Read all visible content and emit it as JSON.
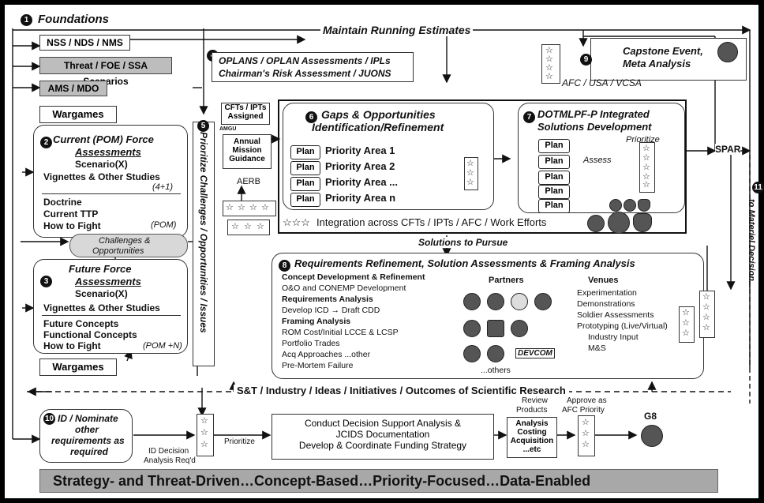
{
  "foundations": {
    "number": "1",
    "title": "Foundations"
  },
  "nss": "NSS / NDS / NMS",
  "threat": "Threat / FOE / SSA Scenarios",
  "ams": "AMS / MDO",
  "maintain": "Maintain Running Estimates",
  "oplans": {
    "number": "4",
    "line1": "OPLANS / OPLAN Assessments / IPLs",
    "line2": "Chairman's Risk Assessment / JUONS"
  },
  "capstone": {
    "number": "9",
    "line1": "Capstone Event,",
    "line2": "Meta Analysis"
  },
  "afc_usa": "AFC / USA / VCSA",
  "wargames_top": "Wargames",
  "wargames_bottom": "Wargames",
  "current": {
    "number": "2",
    "title1": "Current (POM) Force",
    "title2": "Assessments",
    "scenario": "Scenario(X)",
    "vignettes": "Vignettes & Other Studies",
    "note": "(4+1)",
    "doctrine": "Doctrine",
    "ttp": "Current TTP",
    "fight": "How to Fight",
    "pom": "(POM)"
  },
  "challenges": {
    "line1": "Challenges &",
    "line2": "Opportunities"
  },
  "future": {
    "number": "3",
    "title1": "Future Force",
    "title2": "Assessments",
    "scenario": "Scenario(X)",
    "vignettes": "Vignettes & Other Studies",
    "concepts": "Future Concepts",
    "functional": "Functional Concepts",
    "fight": "How to Fight",
    "pom": "(POM +N)"
  },
  "prioritize": {
    "number": "5",
    "text": "Prioritize Challenges / Opportunities / Issues"
  },
  "cfts": {
    "line1": "CFTs / IPTs",
    "line2": "Assigned"
  },
  "amgu": "AMGU",
  "annual": {
    "line1": "Annual",
    "line2": "Mission",
    "line3": "Guidance"
  },
  "aerb": "AERB",
  "gaps": {
    "number": "6",
    "line1": "Gaps & Opportunities",
    "line2": "Identification/Refinement",
    "plan_label": "Plan",
    "areas": [
      "Priority Area 1",
      "Priority Area 2",
      "Priority Area ...",
      "Priority Area n"
    ]
  },
  "dotmlpf": {
    "number": "7",
    "line1": "DOTMLPF-P Integrated",
    "line2": "Solutions Development",
    "prioritize": "Prioritize",
    "assess": "Assess",
    "plan_label": "Plan"
  },
  "integration": "Integration across CFTs / IPTs / AFC / Work Efforts",
  "spar": "SPAR",
  "materiel": {
    "number": "11",
    "text": "to Materiel Decision..."
  },
  "solutions": "Solutions to Pursue",
  "req": {
    "number": "8",
    "title": "Requirements Refinement, Solution Assessments & Framing Analysis",
    "left": [
      {
        "text": "Concept Development & Refinement",
        "bold": true
      },
      {
        "text": "O&O and CONEMP Development",
        "bold": false
      },
      {
        "text": "Requirements Analysis",
        "bold": true
      },
      {
        "text": "Develop ICD → Draft CDD",
        "bold": false
      },
      {
        "text": "Framing Analysis",
        "bold": true
      },
      {
        "text": "ROM Cost/Initial LCCE & LCSP",
        "bold": false
      },
      {
        "text": "Portfolio Trades",
        "bold": false
      },
      {
        "text": "Acq Approaches ...other",
        "bold": false
      },
      {
        "text": "Pre-Mortem Failure",
        "bold": false
      }
    ],
    "partners": "Partners",
    "devcom": "DEVCOM",
    "others": "...others",
    "venues_title": "Venues",
    "venues": [
      "Experimentation",
      "Demonstrations",
      "Soldier Assessments",
      "Prototyping (Live/Virtual)",
      "Industry Input",
      "M&S"
    ]
  },
  "st": "S&T / Industry / Ideas / Initiatives / Outcomes of Scientific Research",
  "id_nominate": {
    "number": "10",
    "line1": "ID / Nominate",
    "line2": "other",
    "line3": "requirements as",
    "line4": "required"
  },
  "id_decision": {
    "line1": "ID Decision",
    "line2": "Analysis Req'd"
  },
  "prioritize_bottom": "Prioritize",
  "conduct": {
    "line1": "Conduct Decision Support Analysis &",
    "line2": "JCIDS Documentation",
    "line3": "Develop & Coordinate Funding Strategy"
  },
  "review": {
    "line1": "Review",
    "line2": "Products"
  },
  "analysis": {
    "line1": "Analysis",
    "line2": "Costing",
    "line3": "Acquisition",
    "line4": "...etc"
  },
  "approve": {
    "line1": "Approve as",
    "line2": "AFC Priority"
  },
  "g8": "G8",
  "banner": "Strategy- and Threat-Driven…Concept-Based…Priority-Focused…Data-Enabled"
}
